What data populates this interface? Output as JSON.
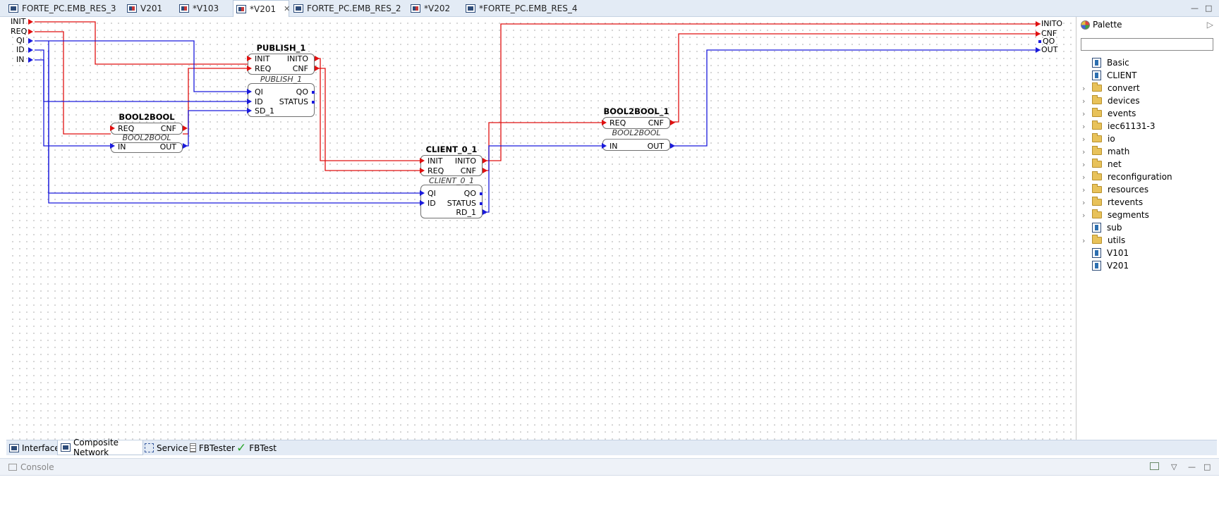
{
  "editor_tabs": [
    {
      "label": "FORTE_PC.EMB_RES_3",
      "icon": "fb-type-icon",
      "active": false
    },
    {
      "label": "V201",
      "icon": "fb-modified-icon",
      "active": false
    },
    {
      "label": "*V103",
      "icon": "fb-modified-icon",
      "active": false
    },
    {
      "label": "*V201",
      "icon": "fb-modified-icon",
      "active": true,
      "close": "✕"
    },
    {
      "label": "FORTE_PC.EMB_RES_2",
      "icon": "fb-type-icon",
      "active": false
    },
    {
      "label": "*V202",
      "icon": "fb-modified-icon",
      "active": false
    },
    {
      "label": "*FORTE_PC.EMB_RES_4",
      "icon": "fb-type-icon",
      "active": false
    }
  ],
  "window_controls": {
    "minimize": "—",
    "maximize": "□"
  },
  "interface": {
    "inputs": [
      "INIT",
      "REQ",
      "QI",
      "ID",
      "IN"
    ],
    "outputs": [
      "INITO",
      "CNF",
      "QO",
      "OUT"
    ]
  },
  "blocks": {
    "publish": {
      "name": "PUBLISH_1",
      "type": "PUBLISH_1",
      "event_in": [
        "INIT",
        "REQ"
      ],
      "event_out": [
        "INITO",
        "CNF"
      ],
      "data_in": [
        "QI",
        "ID",
        "SD_1"
      ],
      "data_out": [
        "QO",
        "STATUS"
      ]
    },
    "bool2bool": {
      "name": "BOOL2BOOL",
      "type": "BOOL2BOOL",
      "event_in": [
        "REQ"
      ],
      "event_out": [
        "CNF"
      ],
      "data_in": [
        "IN"
      ],
      "data_out": [
        "OUT"
      ]
    },
    "client": {
      "name": "CLIENT_0_1",
      "type": "CLIENT_0_1",
      "event_in": [
        "INIT",
        "REQ"
      ],
      "event_out": [
        "INITO",
        "CNF"
      ],
      "data_in": [
        "QI",
        "ID"
      ],
      "data_out": [
        "QO",
        "STATUS",
        "RD_1"
      ]
    },
    "bool2bool1": {
      "name": "BOOL2BOOL_1",
      "type": "BOOL2BOOL",
      "event_in": [
        "REQ"
      ],
      "event_out": [
        "CNF"
      ],
      "data_in": [
        "IN"
      ],
      "data_out": [
        "OUT"
      ]
    }
  },
  "palette": {
    "title": "Palette",
    "collapse_glyph": "▷",
    "items": [
      {
        "label": "Basic",
        "kind": "fb"
      },
      {
        "label": "CLIENT",
        "kind": "fb"
      },
      {
        "label": "convert",
        "kind": "folder"
      },
      {
        "label": "devices",
        "kind": "folder"
      },
      {
        "label": "events",
        "kind": "folder"
      },
      {
        "label": "iec61131-3",
        "kind": "folder"
      },
      {
        "label": "io",
        "kind": "folder"
      },
      {
        "label": "math",
        "kind": "folder"
      },
      {
        "label": "net",
        "kind": "folder"
      },
      {
        "label": "reconfiguration",
        "kind": "folder"
      },
      {
        "label": "resources",
        "kind": "folder"
      },
      {
        "label": "rtevents",
        "kind": "folder"
      },
      {
        "label": "segments",
        "kind": "folder"
      },
      {
        "label": "sub",
        "kind": "fb"
      },
      {
        "label": "utils",
        "kind": "folder"
      },
      {
        "label": "V101",
        "kind": "fb"
      },
      {
        "label": "V201",
        "kind": "fb"
      }
    ]
  },
  "bottom_tabs": [
    {
      "label": "Interface",
      "icon": "interface-icon",
      "active": false
    },
    {
      "label": "Composite Network",
      "icon": "composite-network-icon",
      "active": true
    },
    {
      "label": "Service",
      "icon": "service-icon",
      "active": false
    },
    {
      "label": "FBTester",
      "icon": "fbtester-icon",
      "active": false
    },
    {
      "label": "FBTest",
      "icon": "check-icon",
      "active": false
    }
  ],
  "console": {
    "title": "Console"
  },
  "colors": {
    "event": "#e01010",
    "data": "#1a1adc",
    "grid": "#c9c9c9",
    "tabbar": "#e3ebf5"
  }
}
